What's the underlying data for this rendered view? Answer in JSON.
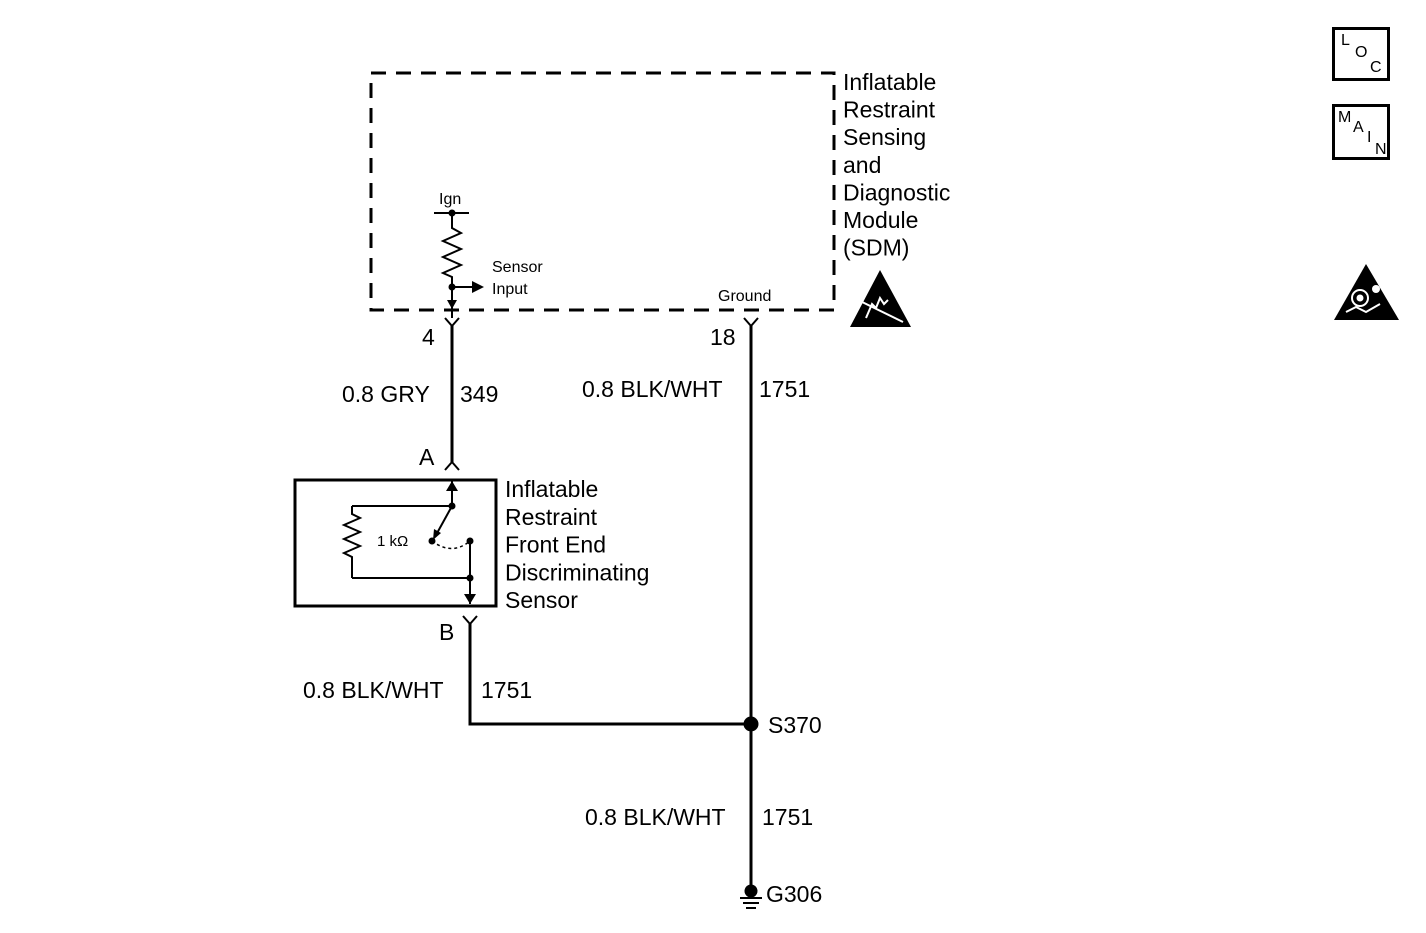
{
  "sdm": {
    "name_lines": [
      "Inflatable",
      "Restraint",
      "Sensing",
      "and",
      "Diagnostic",
      "Module",
      "(SDM)"
    ],
    "ign_label": "Ign",
    "sensor_input_lines": [
      "Sensor",
      "Input"
    ],
    "ground_label": "Ground",
    "pin_sensor": "4",
    "pin_ground": "18"
  },
  "wires": {
    "sdm_to_sensor": {
      "gauge_color": "0.8 GRY",
      "circuit": "349"
    },
    "sdm_ground": {
      "gauge_color": "0.8 BLK/WHT",
      "circuit": "1751"
    },
    "sensor_to_splice": {
      "gauge_color": "0.8 BLK/WHT",
      "circuit": "1751"
    },
    "splice_to_ground": {
      "gauge_color": "0.8 BLK/WHT",
      "circuit": "1751"
    }
  },
  "sensor": {
    "name_lines": [
      "Inflatable",
      "Restraint",
      "Front End",
      "Discriminating",
      "Sensor"
    ],
    "resistor_label": "1 kΩ",
    "pin_a": "A",
    "pin_b": "B"
  },
  "splice": {
    "label": "S370"
  },
  "ground_point": {
    "label": "G306"
  },
  "nav": {
    "loc": {
      "l": "L",
      "o": "O",
      "c": "C"
    },
    "main": {
      "m": "M",
      "a": "A",
      "i": "I",
      "n": "N"
    }
  },
  "icons": [
    "esd-warning-icon",
    "airbag-warning-icon",
    "ground-symbol-icon",
    "splice-dot-icon"
  ]
}
